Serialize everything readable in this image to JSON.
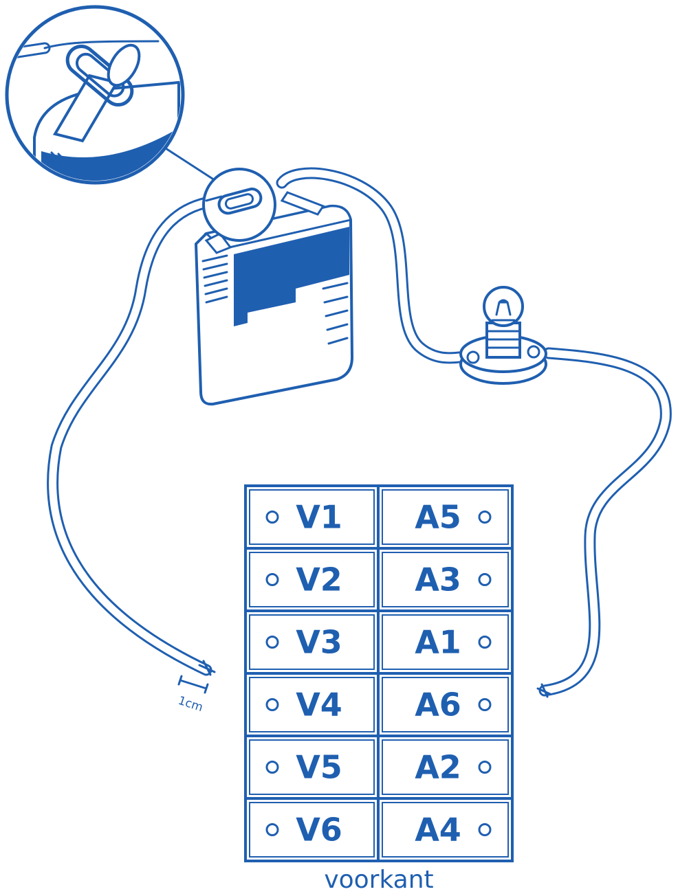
{
  "diagram": {
    "ink_color": "#1f5fb0",
    "card": {
      "rows": [
        {
          "left": "V1",
          "right": "A5"
        },
        {
          "left": "V2",
          "right": "A3"
        },
        {
          "left": "V3",
          "right": "A1"
        },
        {
          "left": "V4",
          "right": "A6"
        },
        {
          "left": "V5",
          "right": "A2"
        },
        {
          "left": "V6",
          "right": "A4"
        }
      ],
      "caption": "voorkant"
    },
    "wire_strip_label": "1cm",
    "icons": [
      "battery-icon",
      "bulb-icon",
      "paperclip-icon",
      "magnifier-icon"
    ]
  }
}
